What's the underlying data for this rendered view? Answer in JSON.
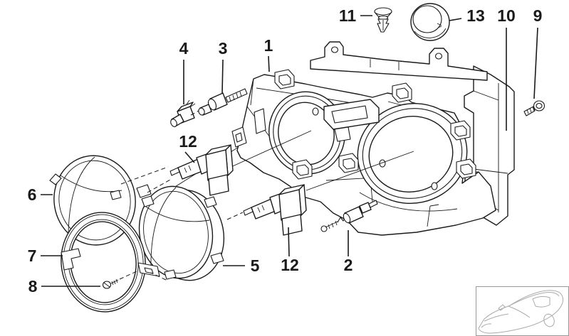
{
  "figure": {
    "type": "exploded-parts-diagram",
    "background_color": "#ffffff",
    "line_color": "#1a1a1a",
    "inset_line_color": "#aaaaaa",
    "callouts": {
      "k1": {
        "label": "1"
      },
      "k2": {
        "label": "2"
      },
      "k3": {
        "label": "3"
      },
      "k4": {
        "label": "4"
      },
      "k5": {
        "label": "5"
      },
      "k6": {
        "label": "6"
      },
      "k7": {
        "label": "7"
      },
      "k8": {
        "label": "8"
      },
      "k9": {
        "label": "9"
      },
      "k10": {
        "label": "10"
      },
      "k11": {
        "label": "11"
      },
      "k12a": {
        "label": "12"
      },
      "k12b": {
        "label": "12"
      },
      "k13": {
        "label": "13"
      }
    }
  }
}
